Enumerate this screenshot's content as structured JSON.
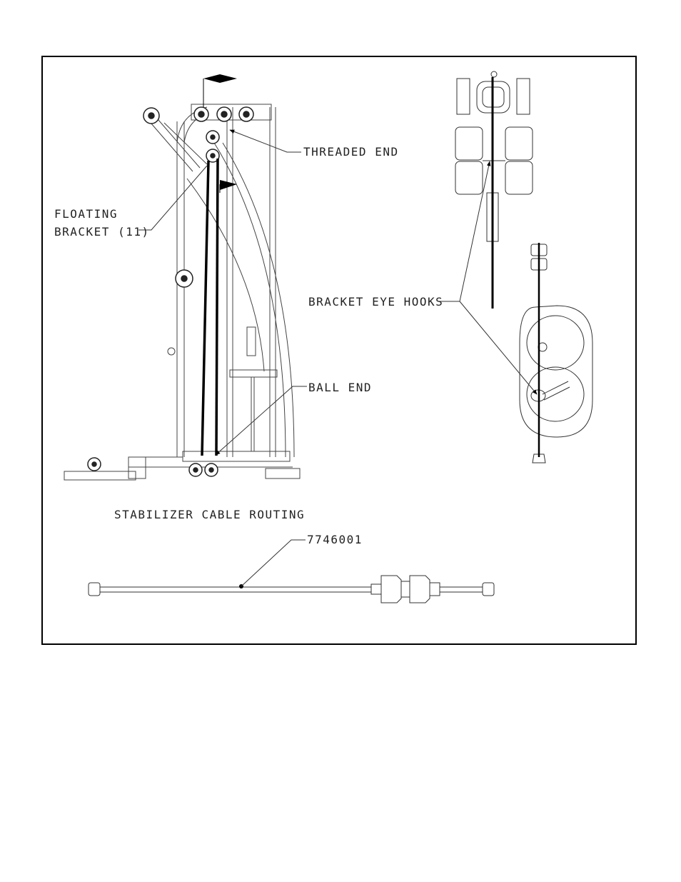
{
  "labels": {
    "threaded_end": "THREADED END",
    "floating_bracket_line1": "FLOATING",
    "floating_bracket_line2": "BRACKET (11)",
    "bracket_eye_hooks": "BRACKET EYE HOOKS",
    "ball_end": "BALL END",
    "caption": "STABILIZER CABLE ROUTING",
    "part_number": "7746001"
  }
}
